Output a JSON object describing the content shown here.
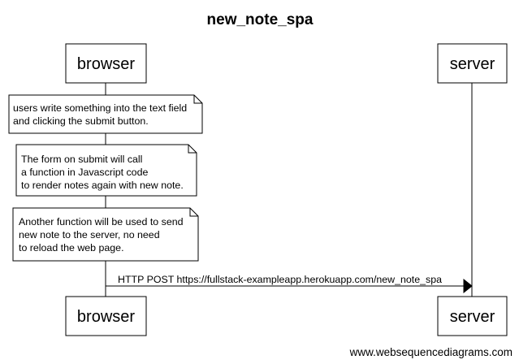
{
  "diagram": {
    "title": "new_note_spa",
    "participants": [
      {
        "id": "browser",
        "label": "browser"
      },
      {
        "id": "server",
        "label": "server"
      }
    ],
    "notes": [
      {
        "participant": "browser",
        "lines": [
          "users write something into the text field",
          "and clicking the submit button."
        ]
      },
      {
        "participant": "browser",
        "lines": [
          "The form on submit will call",
          "a function in Javascript code",
          "to render notes again with new note."
        ]
      },
      {
        "participant": "browser",
        "lines": [
          "Another function will be used to send",
          "new note to the server, no need",
          "to reload the web page."
        ]
      }
    ],
    "messages": [
      {
        "from": "browser",
        "to": "server",
        "label": "HTTP POST https://fullstack-exampleapp.herokuapp.com/new_note_spa"
      }
    ],
    "footer": "www.websequencediagrams.com"
  }
}
